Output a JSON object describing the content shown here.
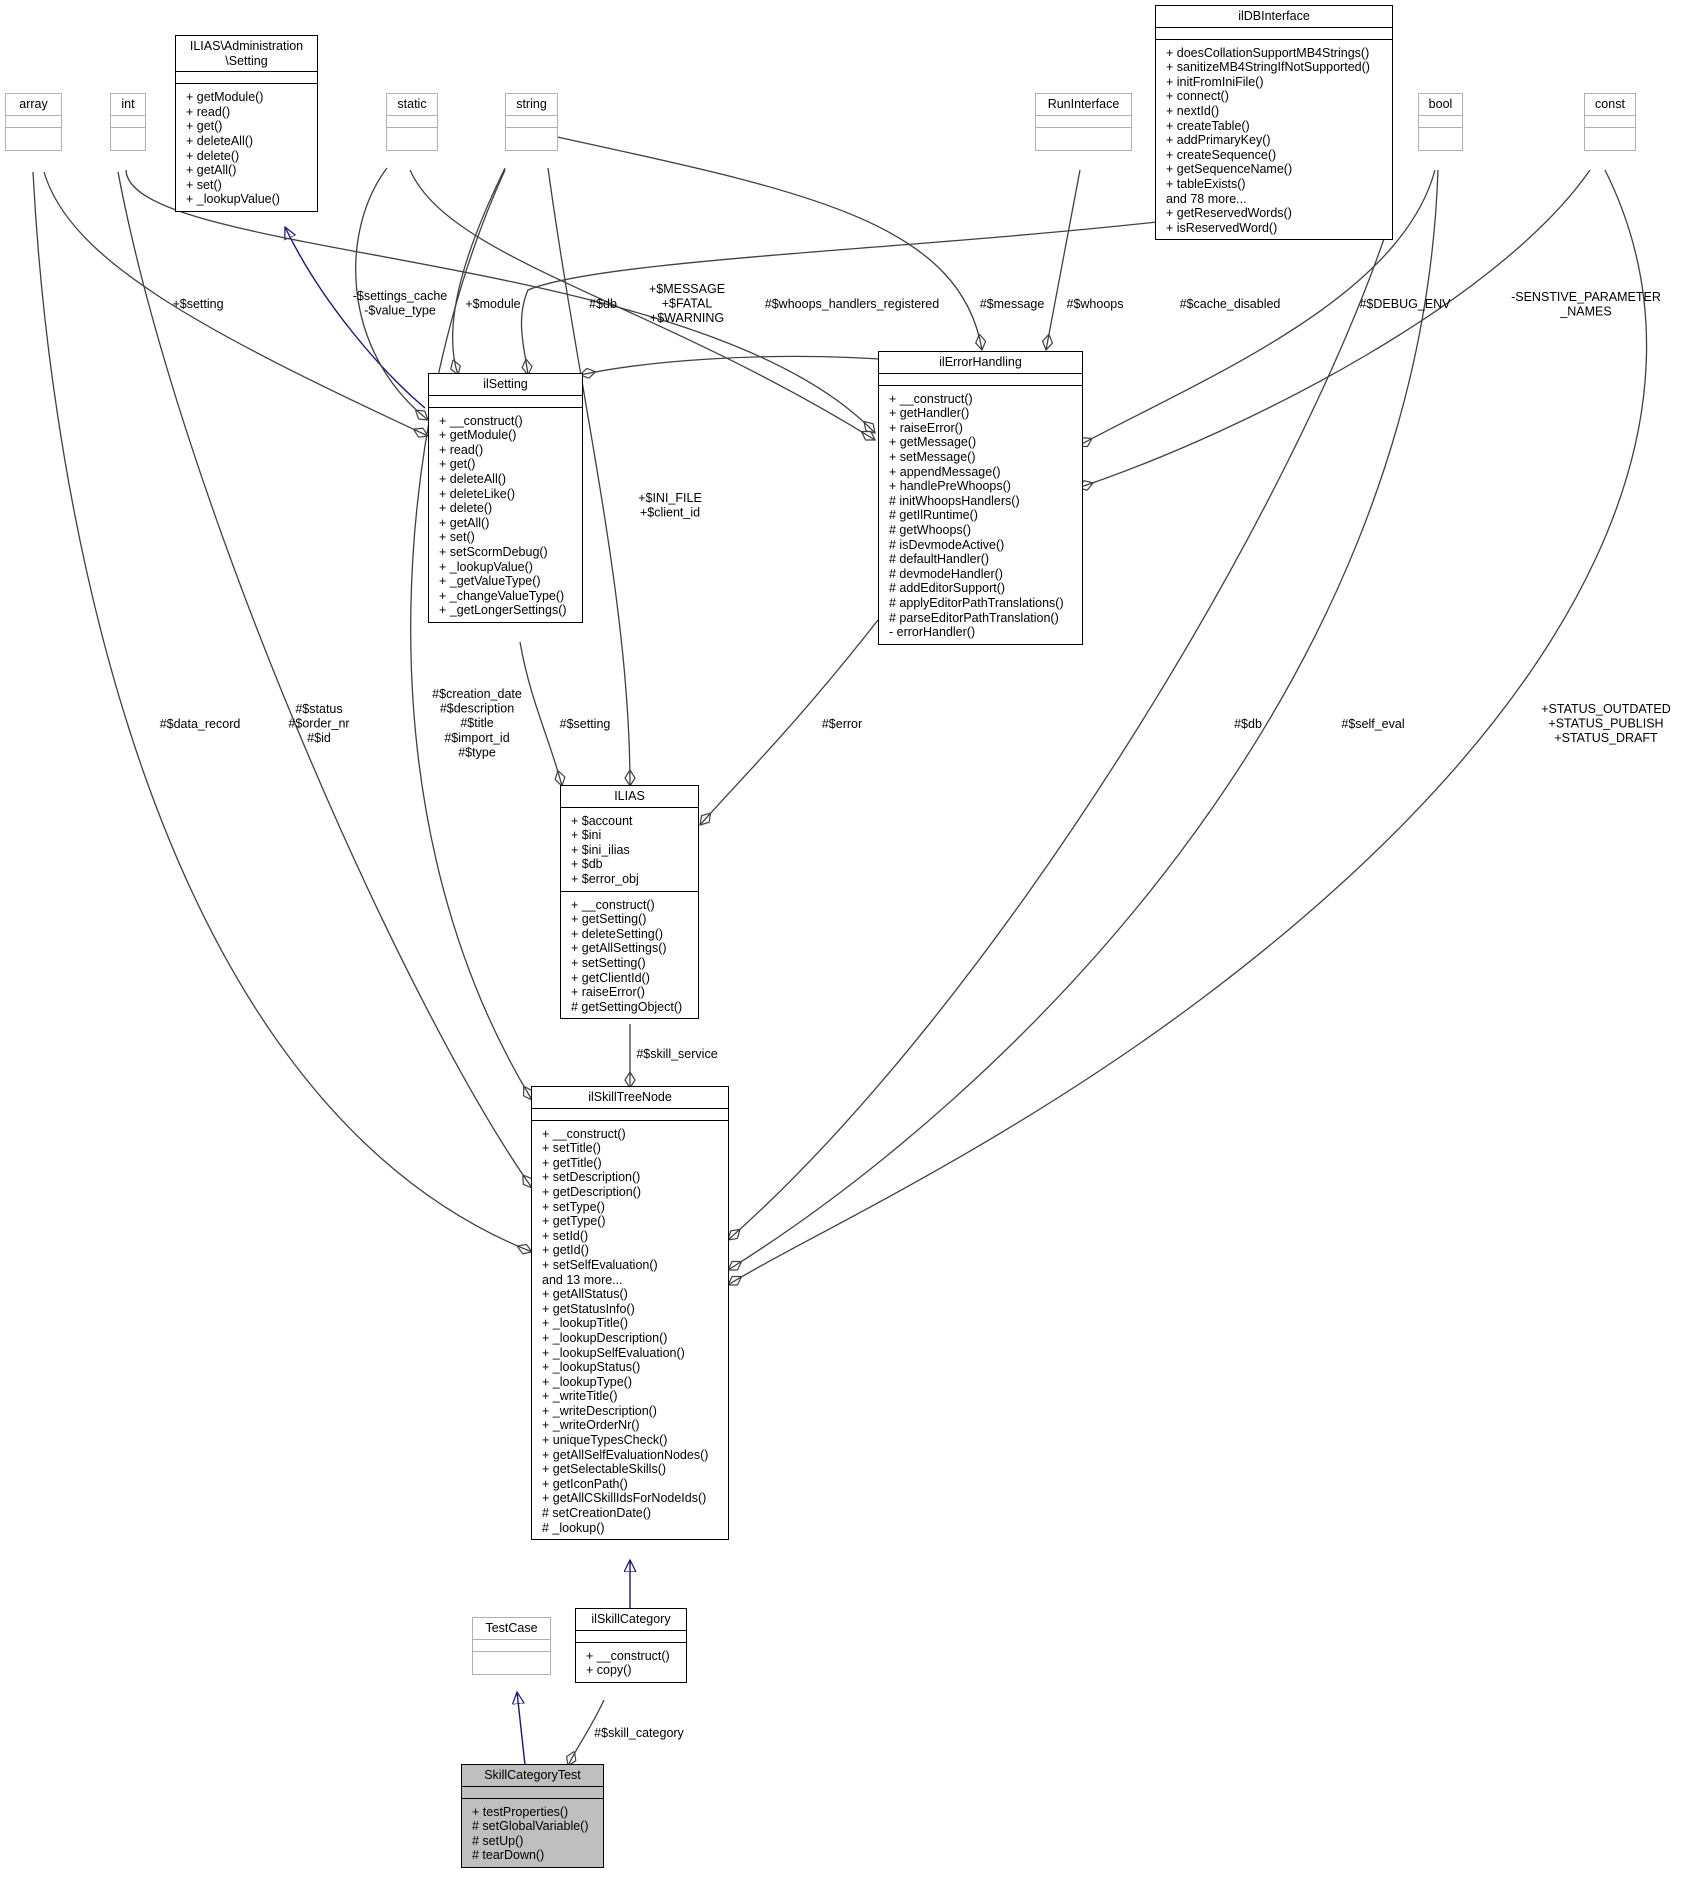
{
  "classes": {
    "admin_setting": {
      "name": "ILIAS\\Administration\n\\Setting",
      "attributes": [],
      "methods": [
        "+ getModule()",
        "+ read()",
        "+ get()",
        "+ deleteAll()",
        "+ delete()",
        "+ getAll()",
        "+ set()",
        "+ _lookupValue()"
      ]
    },
    "ildbinterface": {
      "name": "ilDBInterface",
      "attributes": [],
      "methods": [
        "+ doesCollationSupportMB4Strings()",
        "+ sanitizeMB4StringIfNotSupported()",
        "+ initFromIniFile()",
        "+ connect()",
        "+ nextId()",
        "+ createTable()",
        "+ addPrimaryKey()",
        "+ createSequence()",
        "+ getSequenceName()",
        "+ tableExists()",
        "and 78 more...",
        "+ getReservedWords()",
        "+ isReservedWord()"
      ]
    },
    "array": {
      "name": "array",
      "attributes": [],
      "methods": []
    },
    "int": {
      "name": "int",
      "attributes": [],
      "methods": []
    },
    "static": {
      "name": "static",
      "attributes": [],
      "methods": []
    },
    "string": {
      "name": "string",
      "attributes": [],
      "methods": []
    },
    "runinterface": {
      "name": "RunInterface",
      "attributes": [],
      "methods": []
    },
    "bool": {
      "name": "bool",
      "attributes": [],
      "methods": []
    },
    "const": {
      "name": "const",
      "attributes": [],
      "methods": []
    },
    "ilsetting": {
      "name": "ilSetting",
      "attributes": [],
      "methods": [
        "+ __construct()",
        "+ getModule()",
        "+ read()",
        "+ get()",
        "+ deleteAll()",
        "+ deleteLike()",
        "+ delete()",
        "+ getAll()",
        "+ set()",
        "+ setScormDebug()",
        "+ _lookupValue()",
        "+ _getValueType()",
        "+ _changeValueType()",
        "+ _getLongerSettings()"
      ]
    },
    "ilerrorhandling": {
      "name": "ilErrorHandling",
      "attributes": [],
      "methods": [
        "+ __construct()",
        "+ getHandler()",
        "+ raiseError()",
        "+ getMessage()",
        "+ setMessage()",
        "+ appendMessage()",
        "+ handlePreWhoops()",
        "# initWhoopsHandlers()",
        "# getIlRuntime()",
        "# getWhoops()",
        "# isDevmodeActive()",
        "# defaultHandler()",
        "# devmodeHandler()",
        "# addEditorSupport()",
        "# applyEditorPathTranslations()",
        "# parseEditorPathTranslation()",
        "- errorHandler()"
      ]
    },
    "ilias": {
      "name": "ILIAS",
      "attributes": [
        "+ $account",
        "+ $ini",
        "+ $ini_ilias",
        "+ $db",
        "+ $error_obj"
      ],
      "methods": [
        "+ __construct()",
        "+ getSetting()",
        "+ deleteSetting()",
        "+ getAllSettings()",
        "+ setSetting()",
        "+ getClientId()",
        "+ raiseError()",
        "# getSettingObject()"
      ]
    },
    "ilskilltreenode": {
      "name": "ilSkillTreeNode",
      "attributes": [],
      "methods": [
        "+ __construct()",
        "+ setTitle()",
        "+ getTitle()",
        "+ setDescription()",
        "+ getDescription()",
        "+ setType()",
        "+ getType()",
        "+ setId()",
        "+ getId()",
        "+ setSelfEvaluation()",
        "and 13 more...",
        "+ getAllStatus()",
        "+ getStatusInfo()",
        "+ _lookupTitle()",
        "+ _lookupDescription()",
        "+ _lookupSelfEvaluation()",
        "+ _lookupStatus()",
        "+ _lookupType()",
        "+ _writeTitle()",
        "+ _writeDescription()",
        "+ _writeOrderNr()",
        "+ uniqueTypesCheck()",
        "+ getAllSelfEvaluationNodes()",
        "+ getSelectableSkills()",
        "+ getIconPath()",
        "+ getAllCSkillIdsForNodeIds()",
        "# setCreationDate()",
        "# _lookup()"
      ]
    },
    "testcase": {
      "name": "TestCase",
      "attributes": [],
      "methods": []
    },
    "ilskillcategory": {
      "name": "ilSkillCategory",
      "attributes": [],
      "methods": [
        "+ __construct()",
        "+ copy()"
      ]
    },
    "skillcategorytest": {
      "name": "SkillCategoryTest",
      "attributes": [],
      "methods": [
        "+ testProperties()",
        "# setGlobalVariable()",
        "# setUp()",
        "# tearDown()"
      ]
    }
  },
  "edge_labels": {
    "setting_array": "+$setting",
    "settings_cache": "-$settings_cache\n-$value_type",
    "module": "+$module",
    "db_ildb": "#$db",
    "message_warn": "+$MESSAGE\n+$FATAL\n+$WARNING",
    "whoops_reg": "#$whoops_handlers_registered",
    "message": "#$message",
    "whoops": "#$whoops",
    "cache_disabled": "#$cache_disabled",
    "debug_env": "#$DEBUG_ENV",
    "sensitive": "-SENSTIVE_PARAMETER\n_NAMES",
    "ini_file": "+$INI_FILE\n+$client_id",
    "data_record": "#$data_record",
    "status_order": "#$status\n#$order_nr\n#$id",
    "creation": "#$creation_date\n#$description\n#$title\n#$import_id\n#$type",
    "setting_ilias": "#$setting",
    "error": "#$error",
    "db_node": "#$db",
    "self_eval": "#$self_eval",
    "status_consts": "+STATUS_OUTDATED\n+STATUS_PUBLISH\n+STATUS_DRAFT",
    "skill_service": "#$skill_service",
    "skill_category": "#$skill_category"
  },
  "colors": {
    "inheritance_edge": "#191970",
    "association_edge": "#404040",
    "external_class_border": "#b0b0b0",
    "focus_class_fill": "#bfbfbf"
  }
}
